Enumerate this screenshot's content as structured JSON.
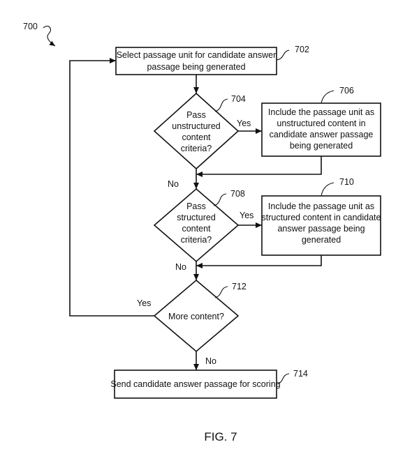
{
  "figure_ref": "700",
  "figure_caption": "FIG. 7",
  "nodes": {
    "n702": {
      "ref": "702",
      "lines": [
        "Select passage unit for candidate answer",
        "passage being generated"
      ]
    },
    "n704": {
      "ref": "704",
      "lines": [
        "Pass",
        "unstructured",
        "content",
        "criteria?"
      ]
    },
    "n706": {
      "ref": "706",
      "lines": [
        "Include the passage unit as",
        "unstructured content in",
        "candidate answer passage",
        "being generated"
      ]
    },
    "n708": {
      "ref": "708",
      "lines": [
        "Pass",
        "structured",
        "content",
        "criteria?"
      ]
    },
    "n710": {
      "ref": "710",
      "lines": [
        "Include the passage unit as",
        "structured content in candidate",
        "answer passage being",
        "generated"
      ]
    },
    "n712": {
      "ref": "712",
      "lines": [
        "More content?"
      ]
    },
    "n714": {
      "ref": "714",
      "lines": [
        "Send candidate answer passage for scoring"
      ]
    }
  },
  "edge_labels": {
    "yes_704": "Yes",
    "no_704": "No",
    "yes_708": "Yes",
    "no_708": "No",
    "yes_712": "Yes",
    "no_712": "No"
  }
}
